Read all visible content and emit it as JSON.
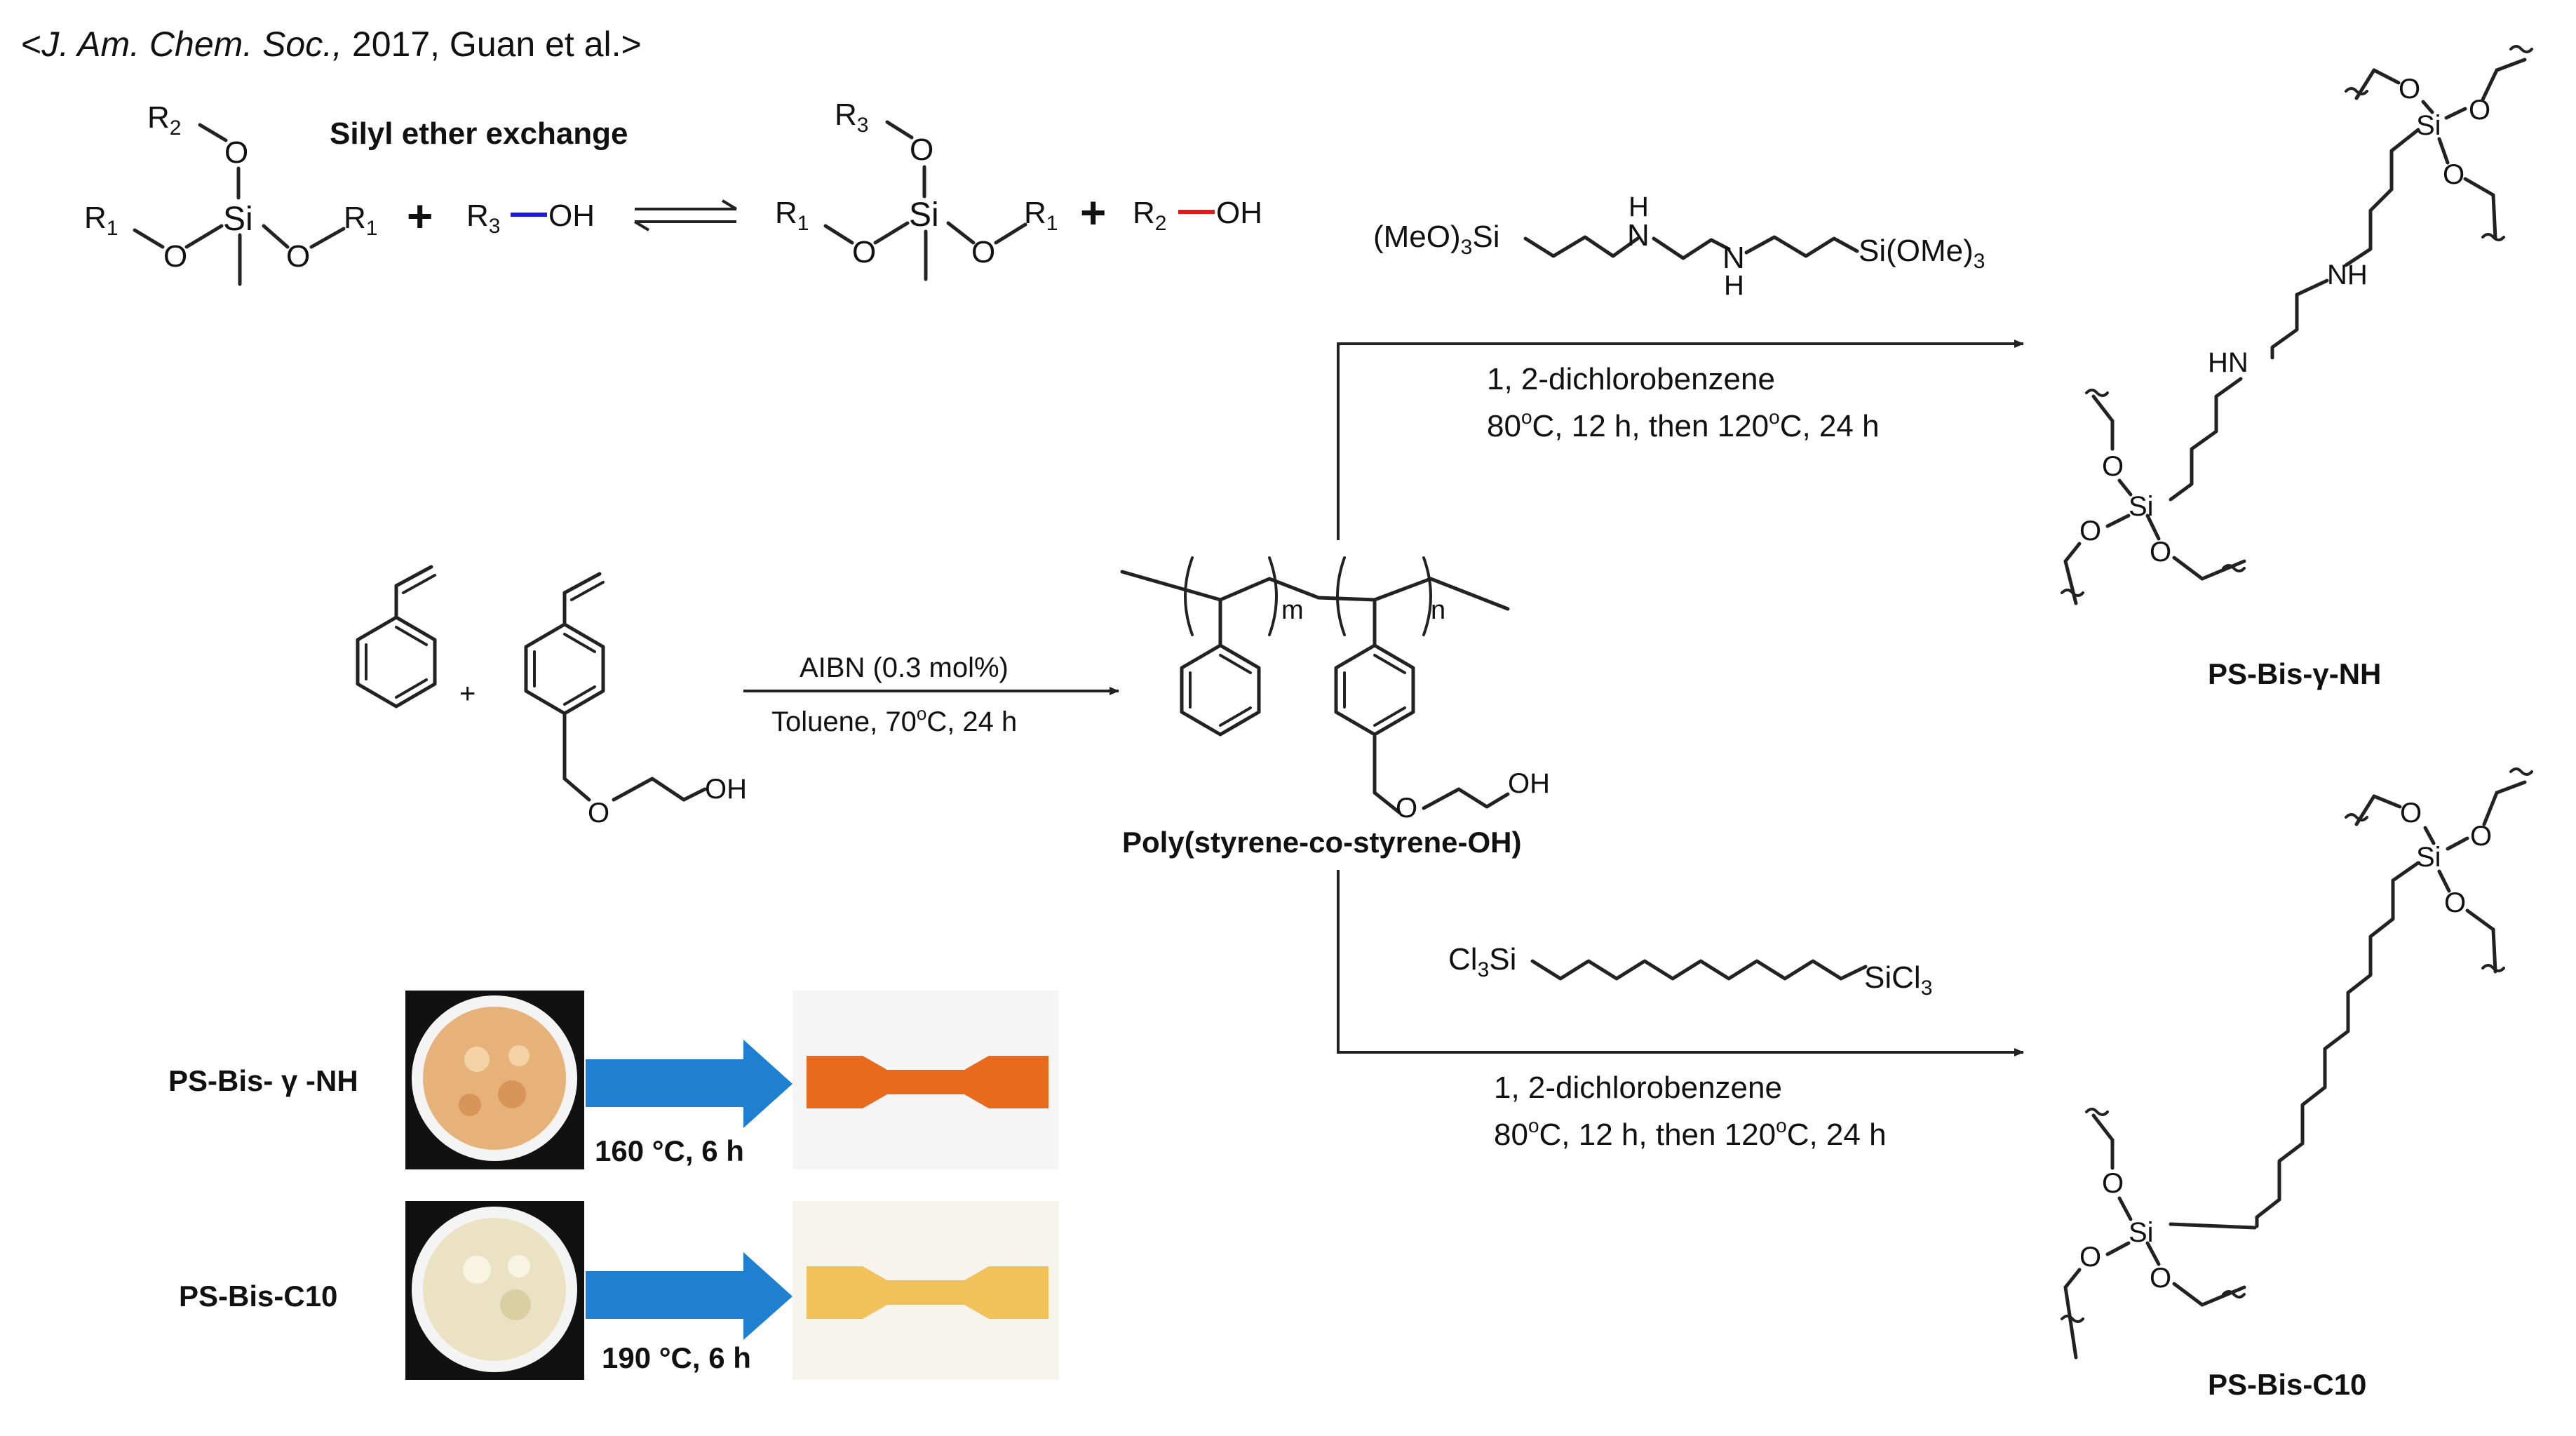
{
  "citation": {
    "open": "<",
    "journal": "J. Am. Chem. Soc.,",
    "rest": " 2017, Guan et al.",
    "close": ">"
  },
  "exchange": {
    "title": "Silyl ether exchange",
    "r1": "R",
    "r1_sub": "1",
    "r2": "R",
    "r2_sub": "2",
    "r3": "R",
    "r3_sub": "3",
    "si": "Si",
    "o": "O",
    "oh": "OH",
    "plus": "+"
  },
  "colors": {
    "red": "#e0191b",
    "blue": "#1a1ae0",
    "arrow_blue": "#1f7fd0",
    "black": "#111111"
  },
  "polymerization": {
    "reagent": "AIBN (0.3 mol%)",
    "conditions": "Toluene, 70",
    "conditions_deg": "o",
    "conditions_rest": "C, 24 h",
    "plus": "+",
    "oh": "OH",
    "o": "O"
  },
  "polymer": {
    "name": "Poly(styrene-co-styrene-OH)",
    "m": "m",
    "n": "n",
    "o": "O",
    "oh": "OH"
  },
  "crosslinker_top": {
    "left": "(MeO)",
    "left_sub": "3",
    "left_si": "Si",
    "nh_h": "H",
    "nh_n": "N",
    "right": "Si(OMe)",
    "right_sub": "3",
    "solvent": "1, 2-dichlorobenzene",
    "cond_a": "80",
    "cond_b": "C, 12 h, then 120",
    "cond_c": "C, 24 h",
    "deg": "o"
  },
  "crosslinker_bottom": {
    "left": "Cl",
    "left_sub": "3",
    "left_si": "Si",
    "right": "SiCl",
    "right_sub": "3",
    "solvent": "1, 2-dichlorobenzene",
    "cond_a": "80",
    "cond_b": "C, 12 h, then 120",
    "cond_c": "C, 24 h",
    "deg": "o"
  },
  "product_top": {
    "name": "PS-Bis-γ-NH",
    "si": "Si",
    "o": "O",
    "nh": "NH",
    "hn": "HN"
  },
  "product_bottom": {
    "name": "PS-Bis-C10",
    "si": "Si",
    "o": "O"
  },
  "photos": [
    {
      "label": "PS-Bis- γ -NH",
      "temp": "160 °C, 6 h",
      "pellet_color": "#e7b27a",
      "bar_color": "#e86a1c"
    },
    {
      "label": "PS-Bis-C10",
      "temp": "190 °C, 6 h",
      "pellet_color": "#eae2c2",
      "bar_color": "#f2c25a"
    }
  ]
}
